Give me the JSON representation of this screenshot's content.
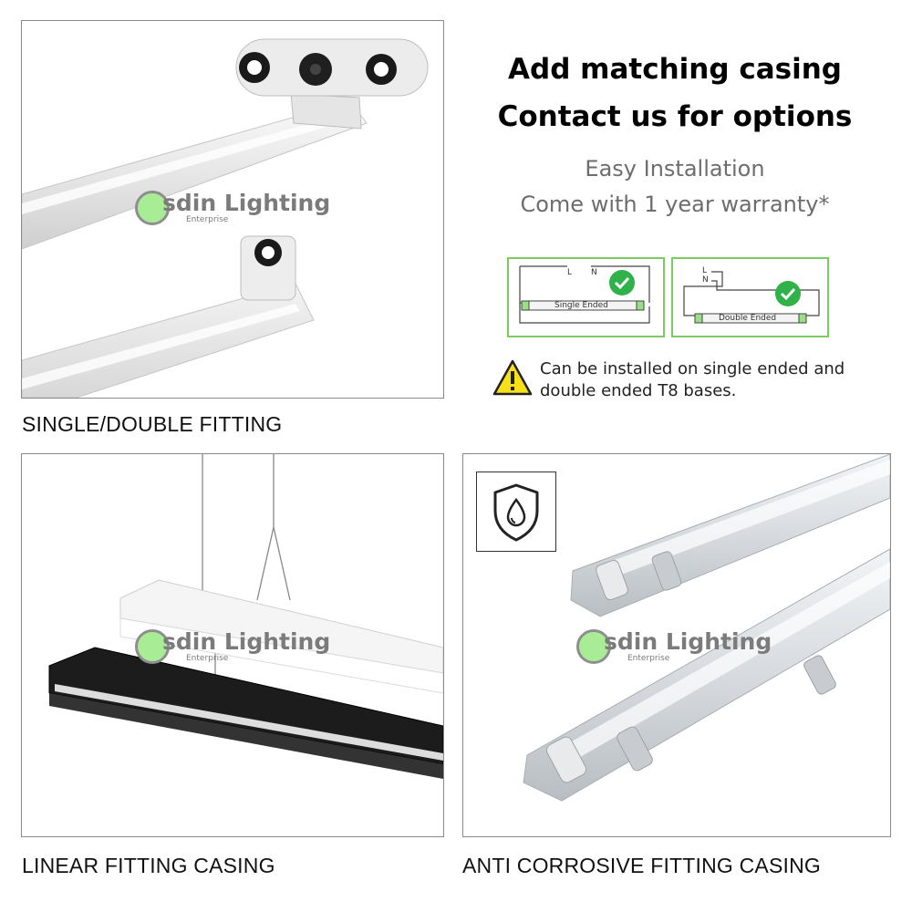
{
  "headline": {
    "line1": "Add matching casing",
    "line2": "Contact us for options"
  },
  "features": {
    "line1": "Easy Installation",
    "line2": "Come with 1 year warranty*"
  },
  "wiring": {
    "single": {
      "label": "Single Ended",
      "l": "L",
      "n": "N"
    },
    "double": {
      "label": "Double Ended",
      "l": "L",
      "n": "N"
    }
  },
  "warning": {
    "text": "Can be installed on single ended and double ended T8 bases."
  },
  "watermark": {
    "name": "sdin Lighting",
    "sub": "Enterprise"
  },
  "captions": {
    "single_double": "SINGLE/DOUBLE FITTING",
    "linear": "LINEAR FITTING CASING",
    "anti_corrosive": "ANTI CORROSIVE FITTING CASING"
  },
  "icons": {
    "check": "check-circle-icon",
    "warning": "warning-triangle-icon",
    "shield": "water-drop-shield-icon"
  },
  "colors": {
    "accent_green": "#2fb24a",
    "border_green": "#7ccc63",
    "warning_yellow": "#f6e01a",
    "watermark_green": "#a8ec95"
  }
}
